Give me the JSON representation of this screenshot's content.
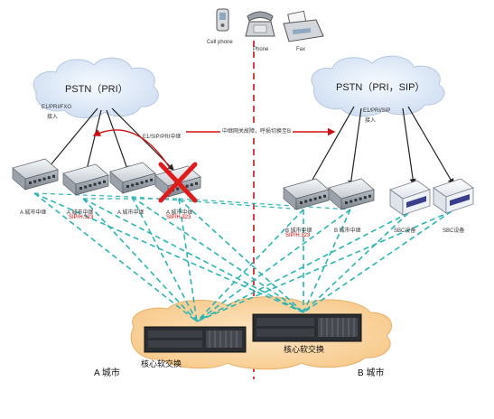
{
  "pstn_left": "PSTN（PRI）",
  "pstn_right": "PSTN（PRI，SIP）",
  "left_pstn_access": [
    "E1/PRI/FXO",
    "接入"
  ],
  "right_pstn_access": [
    "E1/PRI/SIP",
    "接入"
  ],
  "reroute_label": "E1/SIP/PRI中继",
  "failure_note": "中继网关故障，呼损切换至B",
  "terminals": {
    "cell_phone": "Cell phone",
    "phone": "Phone",
    "fax": "Fax"
  },
  "left_gateways": [
    {
      "label": "A 城市中继",
      "sublabel": ""
    },
    {
      "label": "A 城市中继",
      "sublabel": "SIP/H.323"
    },
    {
      "label": "A 城市中继",
      "sublabel": ""
    },
    {
      "label": "A 城市中继",
      "sublabel": "SIP/H.323",
      "failed": true
    }
  ],
  "right_gateways": [
    {
      "label": "B 城市中继",
      "sublabel": "SIP/H.323"
    },
    {
      "label": "B 城市中继",
      "sublabel": ""
    },
    {
      "label": "SBC设备"
    },
    {
      "label": "SBC设备"
    }
  ],
  "core_left": "核心软交换",
  "core_right": "核心软交换",
  "city_a": "A 城市",
  "city_b": "B 城市",
  "colors": {
    "dashed_link": "#2bb5b5",
    "divider": "#d01010",
    "cloud": "#dde9f7",
    "core_cloud": "#fbd9a8",
    "failure_mark": "#e01b1b"
  }
}
